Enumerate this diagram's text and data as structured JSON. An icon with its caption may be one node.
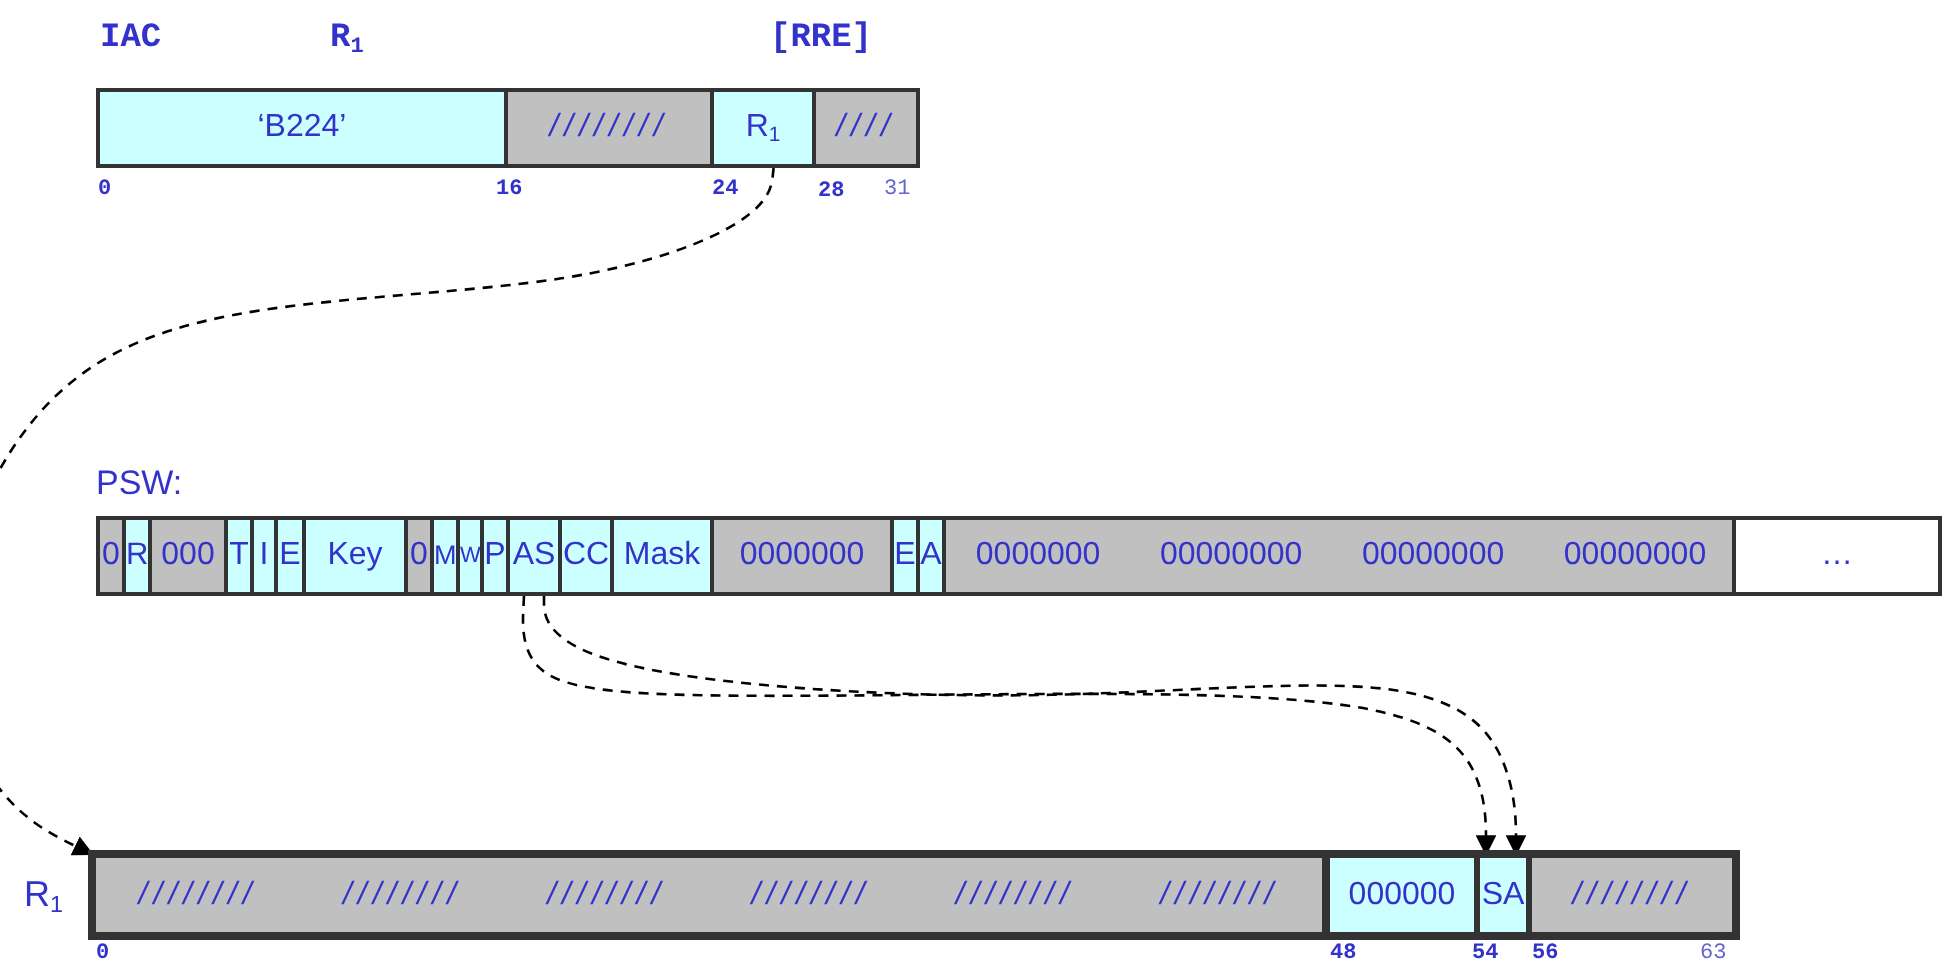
{
  "diagram": {
    "nodes": [
      {
        "text": [
          "‘B224’"
        ]
      },
      {
        "text": [
          "////////"
        ]
      },
      {
        "text": [
          "R$_{1}$"
        ]
      },
      {
        "text": [
          "////"
        ]
      },
      {
        "text": [
          "PSW:"
        ]
      },
      {
        "text": [
          "0"
        ],
        "in": 4
      },
      {
        "text": [
          "R"
        ],
        "in": 4
      },
      {
        "text": [
          "000"
        ],
        "in": 4
      },
      {
        "text": [
          "T"
        ],
        "in": 4
      },
      {
        "text": [
          "I"
        ],
        "in": 4
      },
      {
        "text": [
          "E"
        ],
        "in": 4
      },
      {
        "text": [
          "Key"
        ],
        "in": 4
      },
      {
        "text": [
          "0"
        ],
        "in": 4
      },
      {
        "text": [
          "M"
        ],
        "in": 4
      },
      {
        "text": [
          "W"
        ],
        "in": 4
      },
      {
        "text": [
          "P"
        ],
        "in": 4
      },
      {
        "text": [
          "AS"
        ],
        "in": 4
      },
      {
        "text": [
          "CC"
        ],
        "in": 4
      },
      {
        "text": [
          "Mask"
        ],
        "in": 4
      },
      {
        "text": [
          "0000000"
        ],
        "in": 4
      },
      {
        "text": [
          "E"
        ],
        "in": 4
      },
      {
        "text": [
          "A"
        ],
        "in": 4
      },
      {
        "text": [
          "0000000",
          "00000000",
          "00000000",
          "00000000"
        ],
        "in": 4
      },
      {
        "text": [
          "…"
        ],
        "in": 4
      },
      {
        "text": [],
        "shape": "bar",
        "beside": [
          "R$_{1}$"
        ]
      },
      {
        "text": [
          "////////",
          "////////",
          "////////",
          "////////",
          "////////",
          "////////"
        ],
        "in": 24
      },
      {
        "text": [
          "000000"
        ],
        "in": 24
      },
      {
        "text": [
          "SA"
        ],
        "in": 24
      },
      {
        "text": [
          "////////"
        ],
        "in": 24
      }
    ],
    "edges": [
      {
        "from": 2,
        "to": 24,
        "arrow": "to",
        "style": "dashed"
      },
      {
        "from": 16,
        "to": 27,
        "arrow": "to",
        "style": "dashed"
      },
      {
        "from": 16,
        "to": 27,
        "arrow": "to",
        "style": "dashed"
      }
    ],
    "labels": [
      "IAC",
      "R$_{1}$",
      "[RRE]",
      "0",
      "16",
      "24",
      "28",
      "31",
      "0",
      "48",
      "54",
      "56",
      "63"
    ]
  }
}
